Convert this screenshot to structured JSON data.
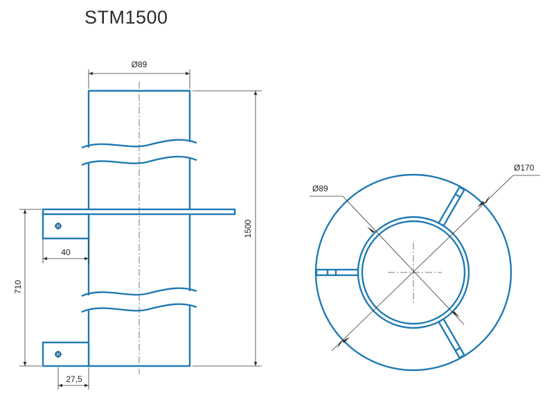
{
  "title": "STM1500",
  "colors": {
    "part": "#1f7ab3",
    "dimension": "#333333"
  },
  "side_view": {
    "dim_tube_diameter": "Ø89",
    "dim_height": "1500",
    "dim_bracket_spacing": "710",
    "dim_bracket_length": "40",
    "dim_hole_offset": "27,5"
  },
  "top_view": {
    "dim_inner_diameter": "Ø89",
    "dim_outer_diameter": "Ø170"
  }
}
